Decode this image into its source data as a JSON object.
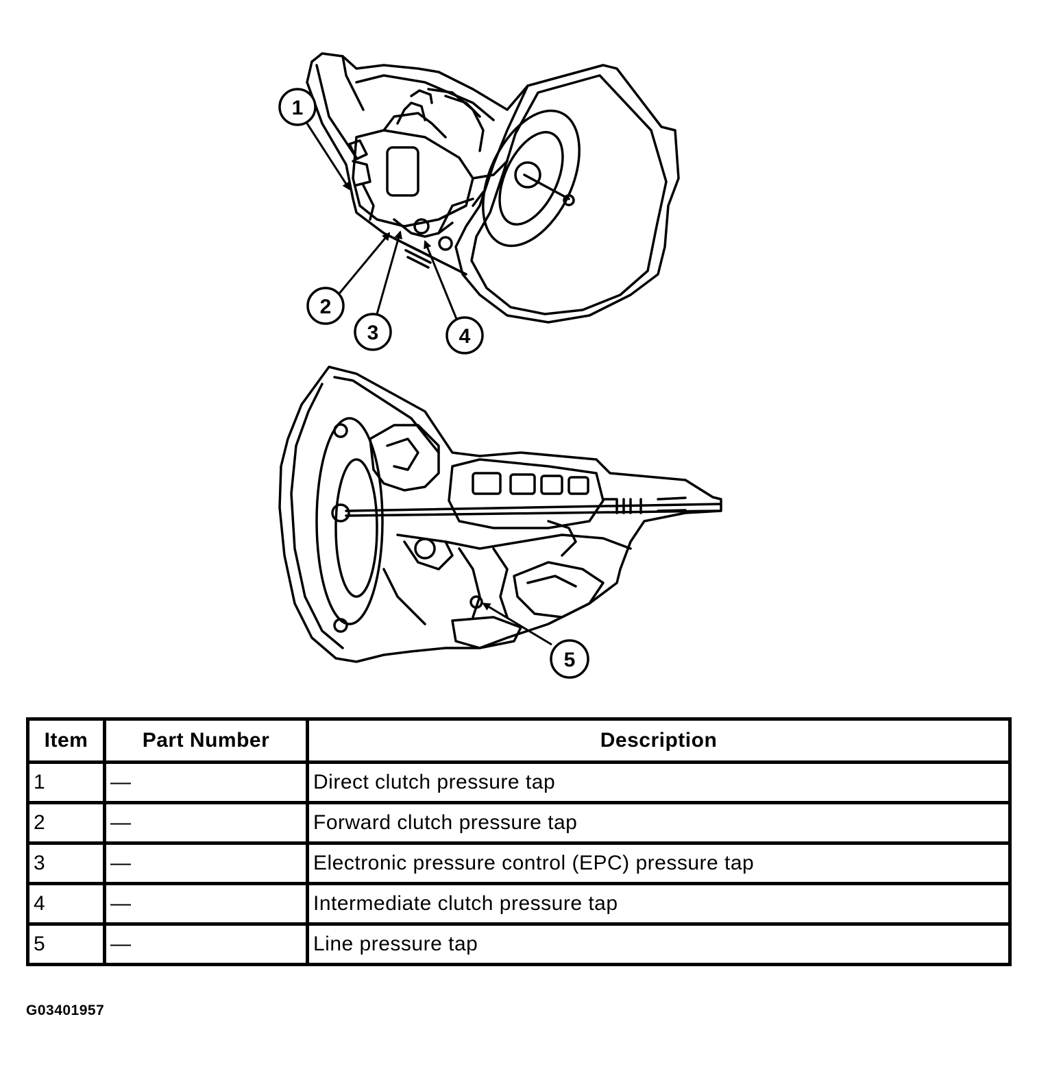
{
  "callouts": [
    "1",
    "2",
    "3",
    "4",
    "5"
  ],
  "table": {
    "headers": {
      "item": "Item",
      "part_number": "Part Number",
      "description": "Description"
    },
    "rows": [
      {
        "item": "1",
        "part_number": "—",
        "description": "Direct clutch pressure tap"
      },
      {
        "item": "2",
        "part_number": "—",
        "description": "Forward clutch pressure tap"
      },
      {
        "item": "3",
        "part_number": "—",
        "description": "Electronic pressure control (EPC) pressure tap"
      },
      {
        "item": "4",
        "part_number": "—",
        "description": "Intermediate clutch pressure tap"
      },
      {
        "item": "5",
        "part_number": "—",
        "description": "Line pressure tap"
      }
    ]
  },
  "figure_code": "G03401957",
  "colors": {
    "ink": "#000000",
    "paper": "#ffffff"
  }
}
